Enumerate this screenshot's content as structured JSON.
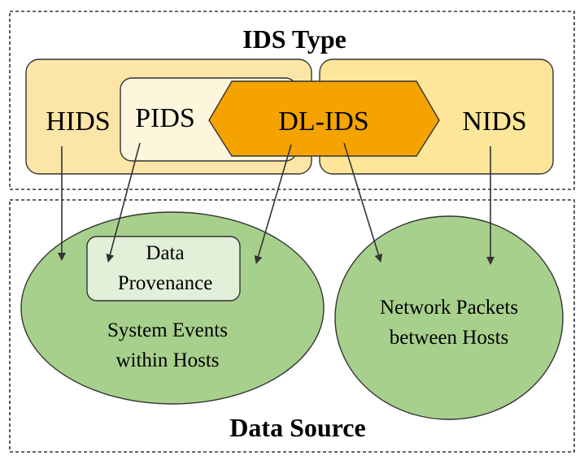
{
  "diagram": {
    "top_panel_title": "IDS Type",
    "bottom_panel_title": "Data Source",
    "ids_types": {
      "hids": "HIDS",
      "pids": "PIDS",
      "dl_ids": "DL-IDS",
      "nids": "NIDS"
    },
    "data_provenance": {
      "line1": "Data",
      "line2": "Provenance"
    },
    "system_events": {
      "line1": "System Events",
      "line2": "within Hosts"
    },
    "network_packets": {
      "line1": "Network Packets",
      "line2": "between Hosts"
    },
    "colors": {
      "host_box": "#fbe6a8",
      "nids_box": "#fde69a",
      "pids_box": "#fdf6dc",
      "dl_ids_hex": "#f5a300",
      "ellipse": "#a8d08d",
      "provenance_box": "#e2efd9",
      "stroke": "#333333"
    }
  }
}
